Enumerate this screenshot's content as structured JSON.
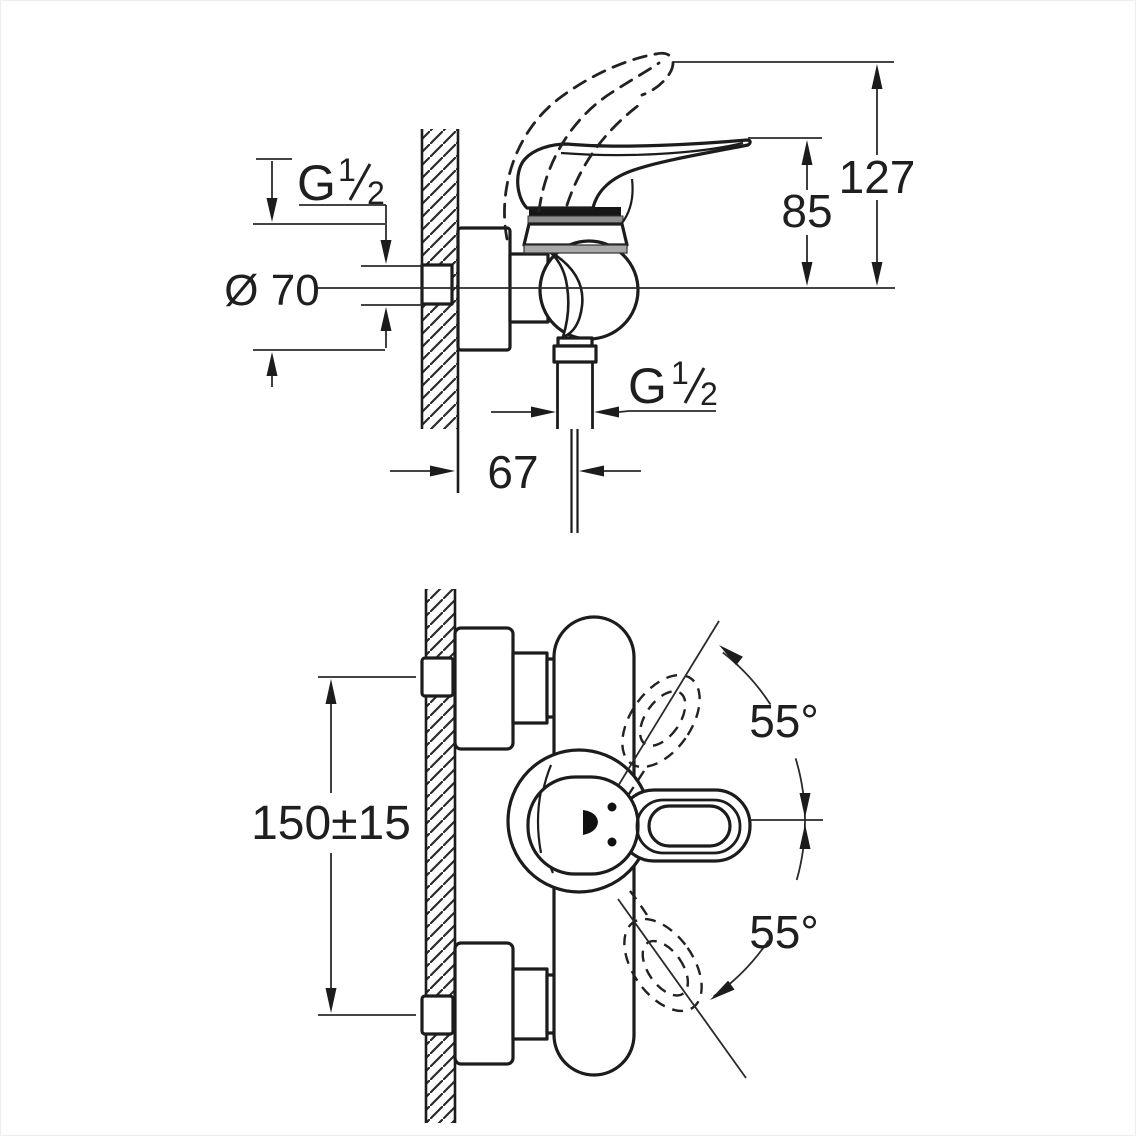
{
  "drawing": {
    "title": "wall-mounted single-lever shower mixer dimension drawing",
    "side_view": {
      "thread_top_label": "G 1/2",
      "thread_top": {
        "g": "G",
        "num": "1",
        "den": "2"
      },
      "flange_diameter": "Ø 70",
      "handle_height": "85",
      "total_height": "127",
      "wall_to_outlet_depth": "67",
      "thread_bottom_label": "G 1/2",
      "thread_bottom": {
        "g": "G",
        "num": "1",
        "den": "2"
      }
    },
    "front_view": {
      "connection_distance": "150±15",
      "swivel_angle_top": "55°",
      "swivel_angle_bottom": "55°"
    },
    "colors": {
      "line": "#1c1c1c",
      "dimension_line": "#2a2a2a",
      "joint_band_dark": "#161616",
      "joint_band_gray": "#8f8f8f",
      "ring_gray": "#a9a9a9",
      "background": "#ffffff"
    }
  }
}
